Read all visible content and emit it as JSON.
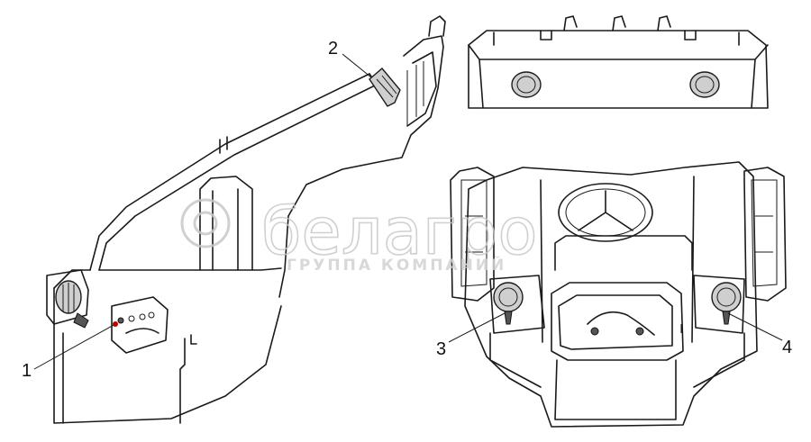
{
  "callouts": [
    {
      "id": "1",
      "label": "1"
    },
    {
      "id": "2",
      "label": "2"
    },
    {
      "id": "3",
      "label": "3"
    },
    {
      "id": "4",
      "label": "4"
    }
  ],
  "watermark": {
    "brand": "белагро",
    "subtitle": "ГРУППА КОМПАНИЙ"
  },
  "colors": {
    "line": "#1a1a1a",
    "watermark": "#c8c8c8"
  }
}
